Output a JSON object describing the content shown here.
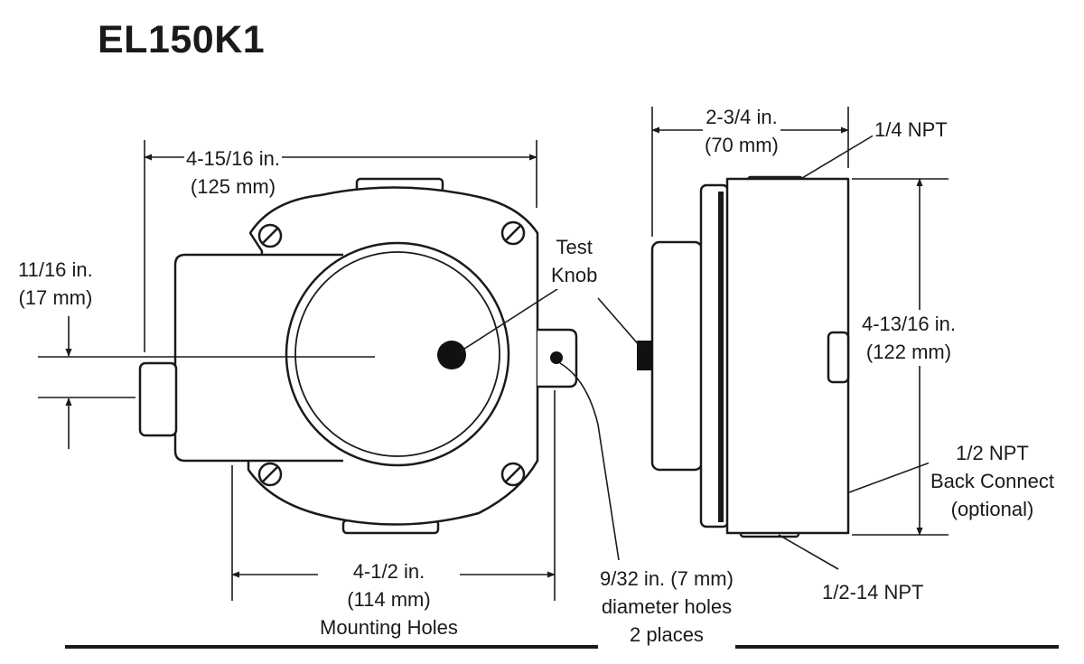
{
  "title": "EL150K1",
  "dimensions": {
    "width": {
      "imperial": "4-15/16 in.",
      "metric": "(125 mm)"
    },
    "mounting": {
      "imperial": "4-1/2 in.",
      "metric": "(114 mm)",
      "caption": "Mounting Holes"
    },
    "offset": {
      "imperial": "11/16 in.",
      "metric": "(17 mm)"
    },
    "depth": {
      "imperial": "2-3/4 in.",
      "metric": "(70 mm)"
    },
    "height": {
      "imperial": "4-13/16 in.",
      "metric": "(122 mm)"
    }
  },
  "callouts": {
    "test_knob": {
      "line1": "Test",
      "line2": "Knob"
    },
    "holes": {
      "line1": "9/32 in. (7 mm)",
      "line2": "diameter holes",
      "line3": "2 places"
    },
    "top_port": "1/4 NPT",
    "back_connect": {
      "line1": "1/2 NPT",
      "line2": "Back Connect",
      "line3": "(optional)"
    },
    "bottom_port": "1/2-14 NPT"
  }
}
